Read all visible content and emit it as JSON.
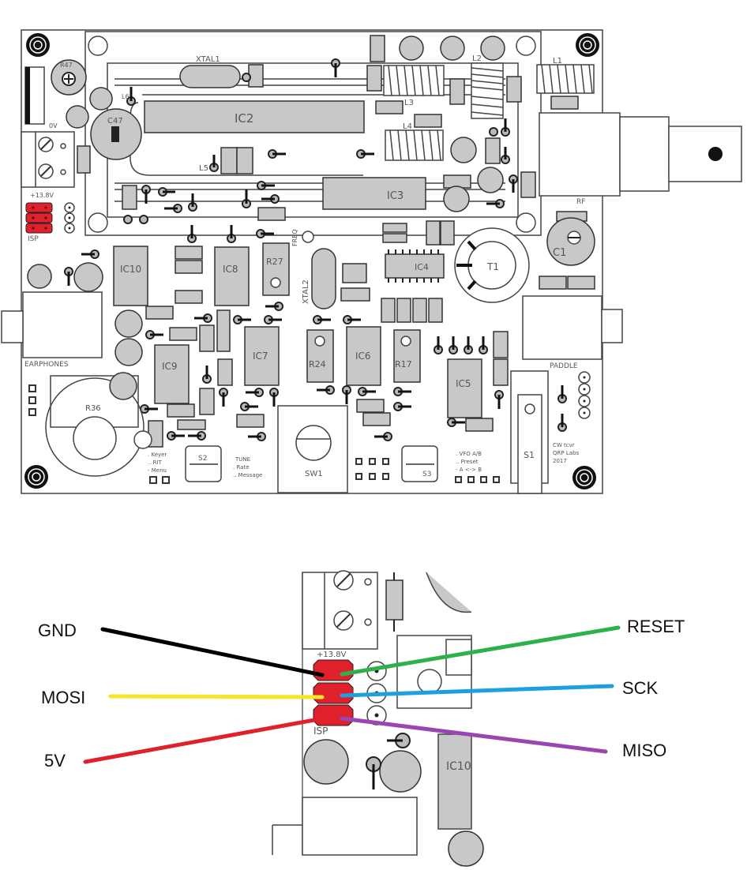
{
  "board": {
    "ic_labels": [
      "IC2",
      "IC3",
      "IC4",
      "IC5",
      "IC6",
      "IC7",
      "IC8",
      "IC9",
      "IC10"
    ],
    "crystal_labels": [
      "XTAL1",
      "XTAL2"
    ],
    "inductor_labels": [
      "L1",
      "L2",
      "L3",
      "L4",
      "L5",
      "L6"
    ],
    "trimmer_labels": [
      "R27",
      "R24",
      "R17",
      "R47",
      "R36"
    ],
    "capacitor_labels": [
      "C47",
      "C1"
    ],
    "transformer_label": "T1",
    "switch_labels": [
      "S1",
      "S2",
      "S3",
      "SW1"
    ],
    "connector_labels": {
      "earphones": "EARPHONES",
      "paddle": "PADDLE",
      "rf": "RF",
      "power": "+13.8V",
      "isp": "ISP",
      "freq": "FREQ",
      "ov": "0V"
    },
    "s2_notes": {
      "title": "TUNE",
      "line1": ". Rate",
      "line2": ".. Message"
    },
    "left_notes": {
      "line1": ". Keyer",
      "line2": ".. RIT",
      "line3": "- Menu"
    },
    "s3_notes": {
      "line1": ". VFO A/B",
      "line2": ".. Preset",
      "line3": "- A <-> B"
    },
    "credit": {
      "line1": "CW tcvr",
      "line2": "QRP Labs",
      "line3": "2017"
    },
    "isp_header_color": "#e0202a"
  },
  "wiring": {
    "left": [
      {
        "label": "GND",
        "color": "#000000"
      },
      {
        "label": "MOSI",
        "color": "#f5e62a"
      },
      {
        "label": "5V",
        "color": "#e0202a"
      }
    ],
    "right": [
      {
        "label": "RESET",
        "color": "#2bb24a"
      },
      {
        "label": "SCK",
        "color": "#1f9ee0"
      },
      {
        "label": "MISO",
        "color": "#9b45b0"
      }
    ],
    "inset_labels": {
      "power": "+13.8V",
      "isp": "ISP",
      "ic": "IC10"
    }
  }
}
